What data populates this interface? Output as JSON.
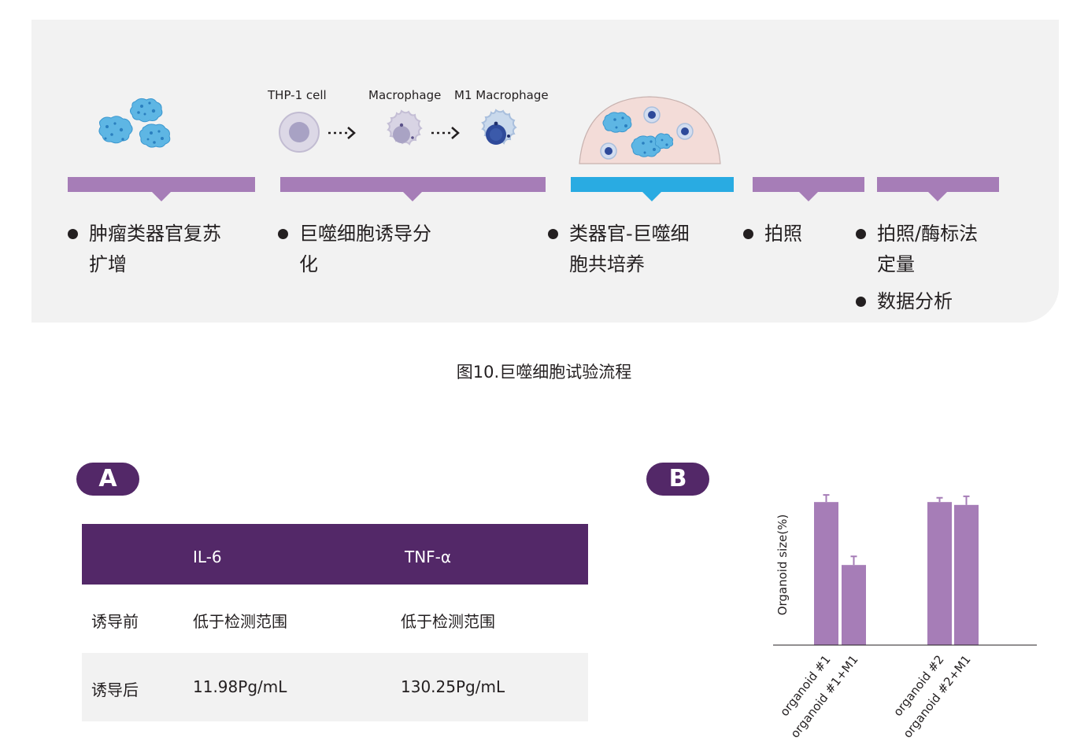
{
  "workflow": {
    "steps": [
      {
        "lines": [
          "肿瘤类器官复苏",
          "扩增"
        ]
      },
      {
        "lines": [
          "巨噬细胞诱导分",
          "化"
        ]
      },
      {
        "lines": [
          "类器官-巨噬细",
          "胞共培养"
        ]
      },
      {
        "lines": [
          "拍照"
        ]
      },
      {
        "lines": [
          "拍照/酶标法",
          "定量"
        ]
      }
    ],
    "extra_step": "数据分析",
    "cell_labels": {
      "thp1": "THP-1 cell",
      "macrophage": "Macrophage",
      "m1": "M1 Macrophage"
    },
    "colors": {
      "bar": "#a67db7",
      "highlight": "#29abe2",
      "organoid": "#5eb6e4",
      "panel_bg": "#f2f2f2"
    }
  },
  "figure_caption": "图10.巨噬细胞试验流程",
  "panel_labels": {
    "a": "A",
    "b": "B"
  },
  "table": {
    "headers": [
      "",
      "IL-6",
      "TNF-α"
    ],
    "rows": [
      [
        "诱导前",
        "低于检测范围",
        "低于检测范围"
      ],
      [
        "诱导后",
        "11.98Pg/mL",
        "130.25Pg/mL"
      ]
    ],
    "header_color": "#532868"
  },
  "chart_data": {
    "type": "bar",
    "categories": [
      "organoid #1",
      "organoid #1+M1",
      "organoid #2",
      "organoid #2+M1"
    ],
    "values": [
      100,
      56,
      100,
      98
    ],
    "errors": [
      5,
      6,
      3,
      6
    ],
    "ylabel": "Organoid size(%)",
    "ylim": [
      0,
      110
    ],
    "grid": false,
    "bar_color": "#a67db7"
  }
}
